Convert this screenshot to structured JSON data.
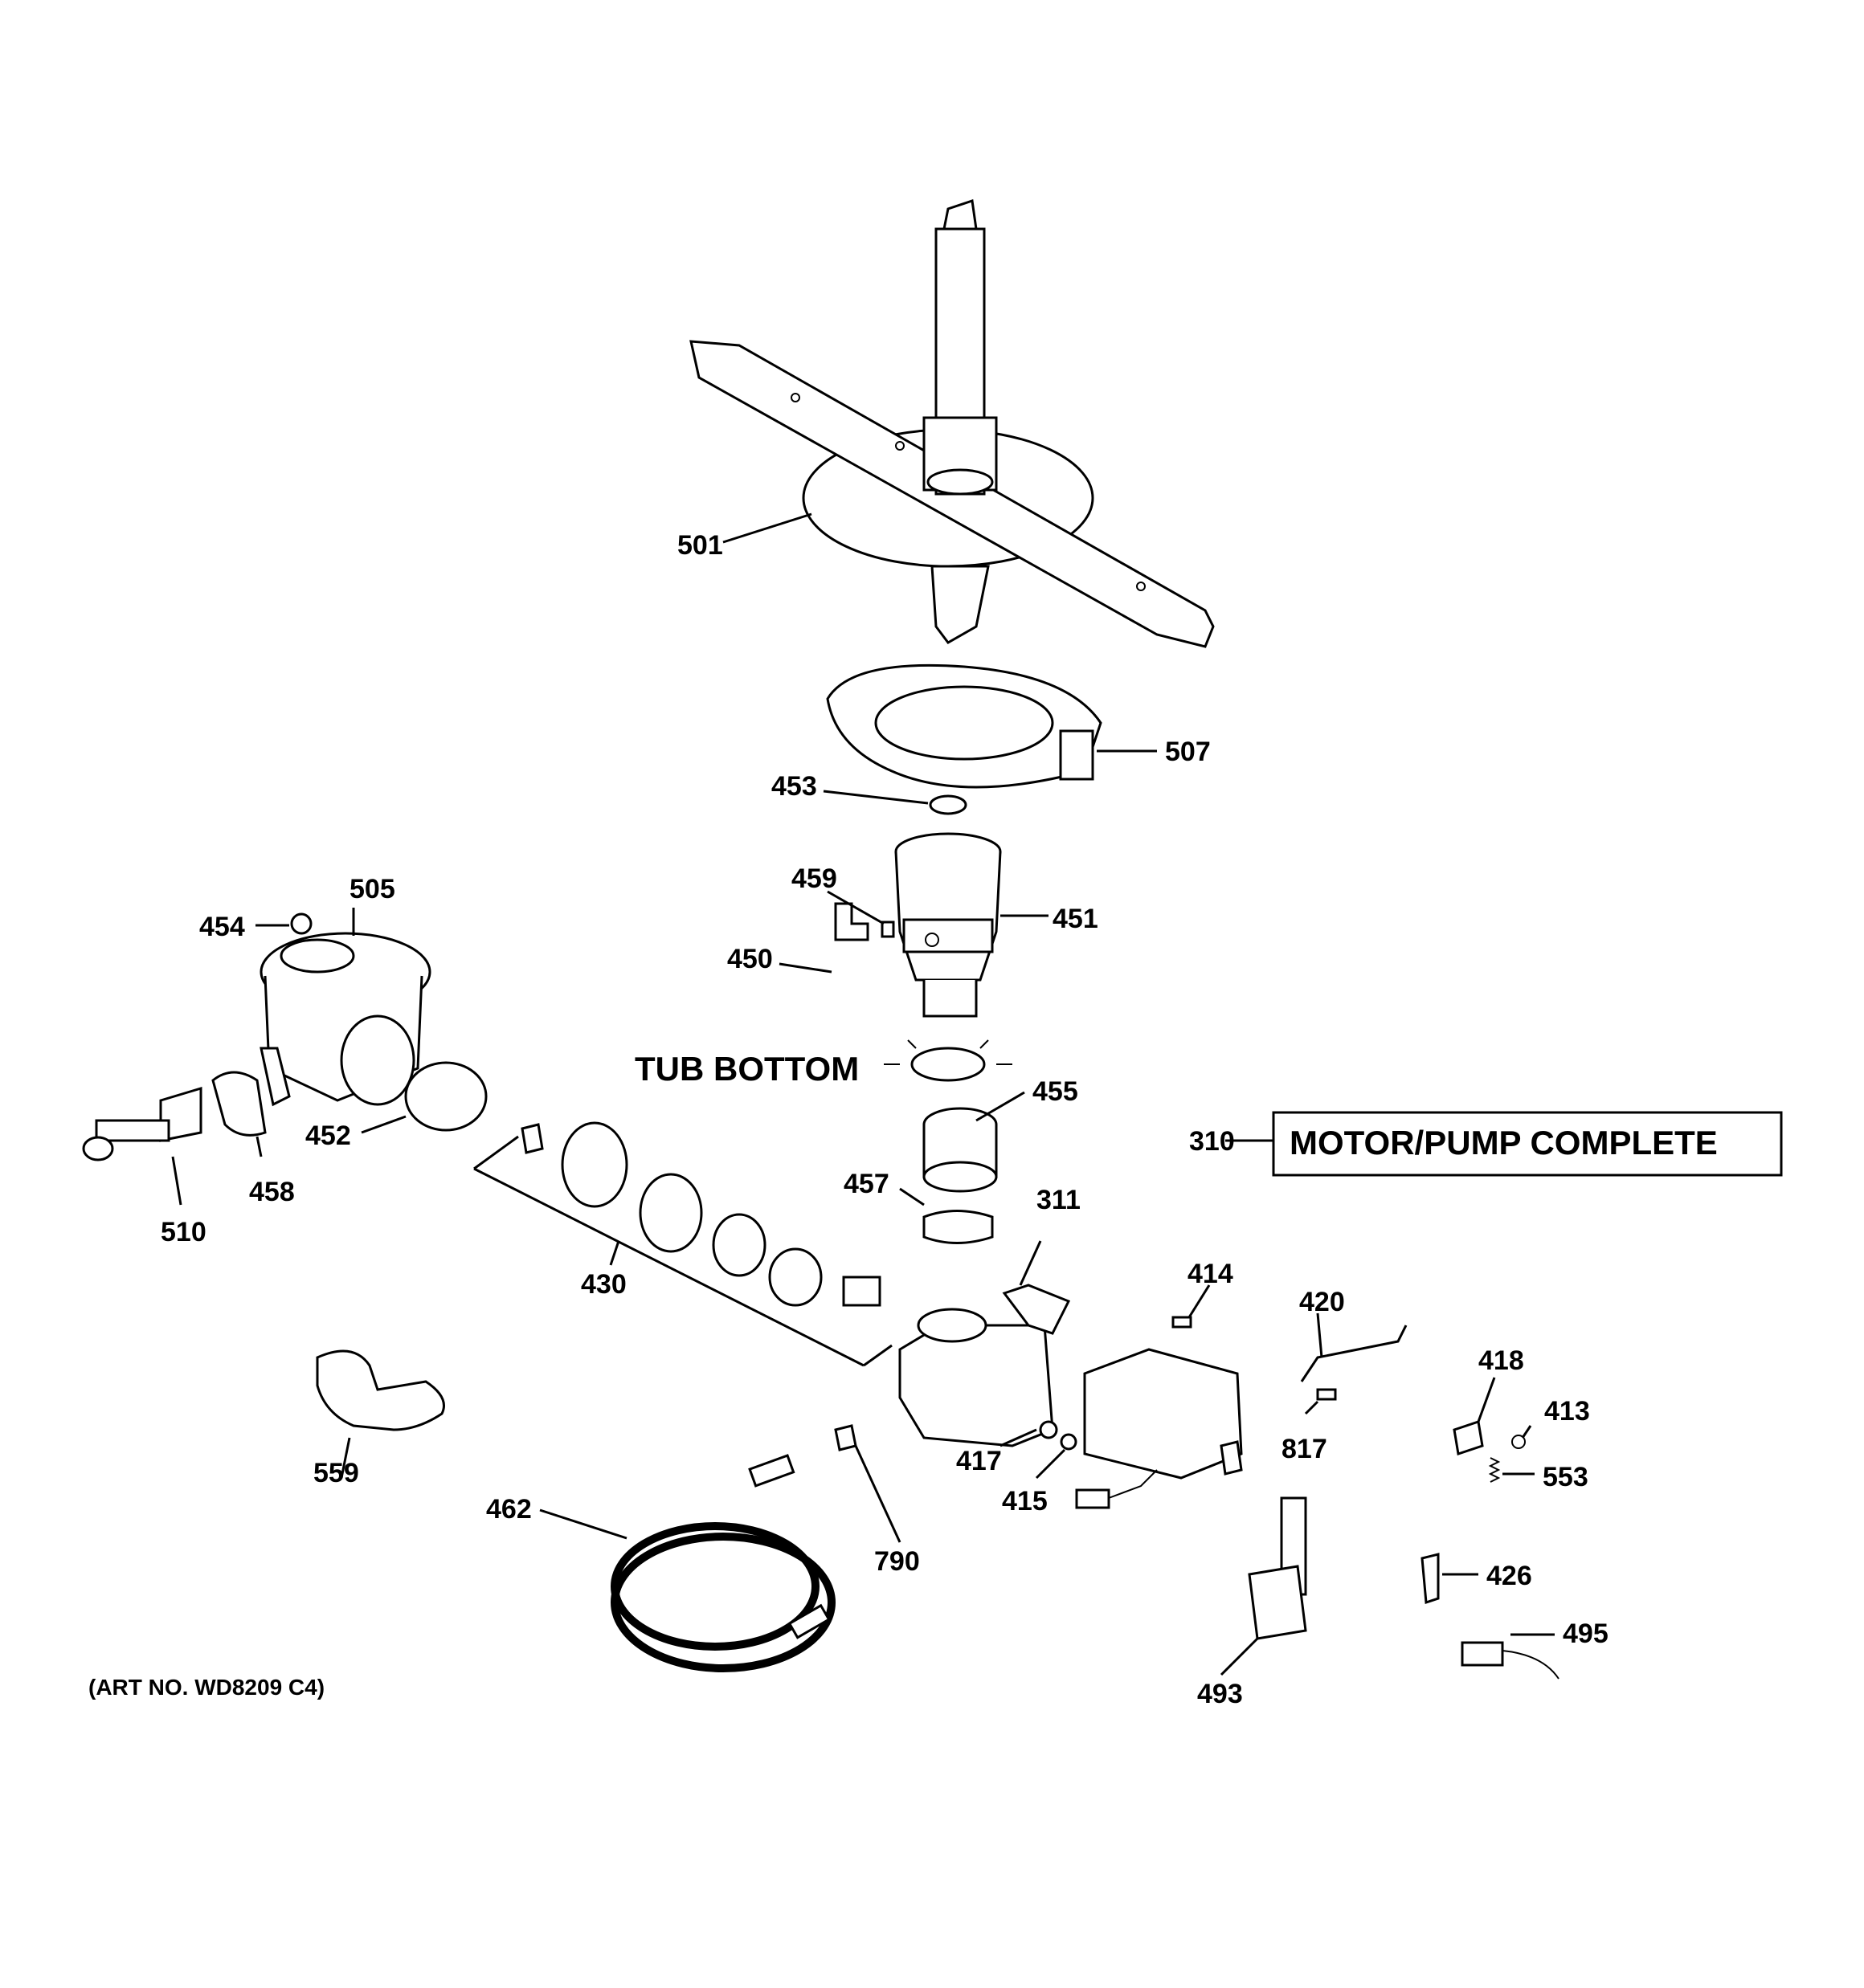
{
  "labels": {
    "p501": "501",
    "p507": "507",
    "p453": "453",
    "p459": "459",
    "p451": "451",
    "p450": "450",
    "p505": "505",
    "p454": "454",
    "p455": "455",
    "p457": "457",
    "p311": "311",
    "p310": "310",
    "p452": "452",
    "p458": "458",
    "p510": "510",
    "p430": "430",
    "p414": "414",
    "p420": "420",
    "p418": "418",
    "p413": "413",
    "p553": "553",
    "p817": "817",
    "p417": "417",
    "p415": "415",
    "p559": "559",
    "p462": "462",
    "p790": "790",
    "p493": "493",
    "p426": "426",
    "p495": "495"
  },
  "tub_bottom": "TUB BOTTOM",
  "motor_pump_complete": "MOTOR/PUMP COMPLETE",
  "art_no": "(ART NO. WD8209 C4)"
}
